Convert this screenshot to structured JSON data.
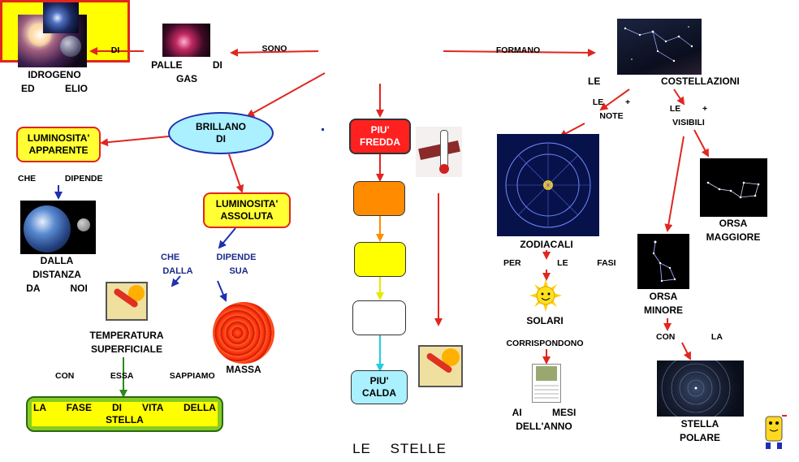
{
  "title": "LE STELLE",
  "nodes": {
    "palle_di_gas": "PALLE    DI\nGAS",
    "idrogeno": "IDROGENO\nED    ELIO",
    "costellazioni": "LE        COSTELLAZIONI",
    "brillano": "BRILLANO\nDI",
    "lum_apparente": "LUMINOSITA'\nAPPARENTE",
    "lum_assoluta": "LUMINOSITA'\nASSOLUTA",
    "dalla_distanza": "DALLA\nDISTANZA\nDA    NOI",
    "temperatura": "TEMPERATURA\nSUPERFICIALE",
    "massa": "MASSA",
    "fase_vita": "LA   FASE   DI   VITA   DELLA\nSTELLA",
    "piu_fredda": "PIU'\nFREDDA",
    "piu_calda": "PIU'\nCALDA",
    "zodiacali": "ZODIACALI",
    "solari": "SOLARI",
    "mesi": "AI    MESI\nDELL'ANNO",
    "orsa_maggiore": "ORSA\nMAGGIORE",
    "orsa_minore": "ORSA\nMINORE",
    "stella_polare": "STELLA\nPOLARE"
  },
  "links": {
    "di": "DI",
    "sono": "SONO",
    "formano": "FORMANO",
    "che_dipende": "CHE    DIPENDE",
    "che_dipende_sua": "CHE     DIPENDE\nDALLA     SUA",
    "con_essa": "CON     ESSA     SAPPIAMO",
    "le_note": "LE   +\nNOTE",
    "le_visibili": "LE   +\nVISIBILI",
    "per_le_fasi": "PER     LE    FASI",
    "corrispondono": "CORRISPONDONO",
    "con_la": "CON     LA"
  },
  "colors": {
    "arrow_red": "#e0261f",
    "arrow_blue": "#1f2fb0",
    "arrow_green": "#2a8a1a",
    "title_fill": "#ffff00",
    "oval_fill": "#aaf0ff",
    "cold_fill": "#ff2020",
    "orange_fill": "#ff8c00",
    "yellow_fill": "#ffff00",
    "hot_fill": "#aaf0ff",
    "green_fill": "#88cc22"
  }
}
